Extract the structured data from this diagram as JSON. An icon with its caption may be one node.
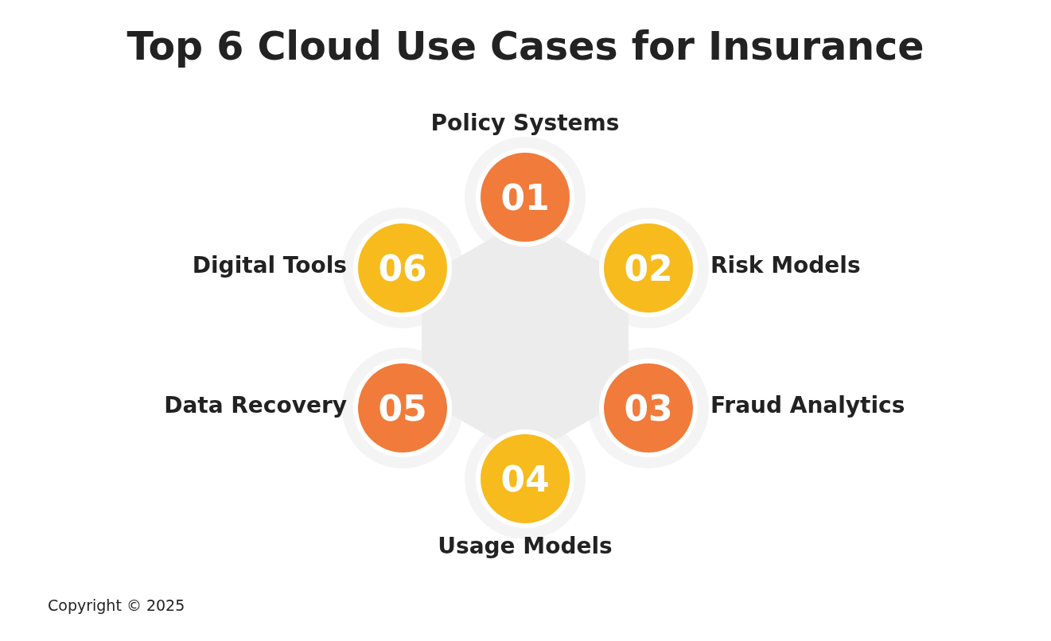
{
  "diagram": {
    "title": "Top 6 Cloud Use Cases for Insurance",
    "nodes": [
      {
        "text": [
          "01"
        ],
        "beside": [
          "Policy Systems"
        ]
      },
      {
        "text": [
          "02"
        ],
        "beside": [
          "Risk Models"
        ]
      },
      {
        "text": [
          "03"
        ],
        "beside": [
          "Fraud Analytics"
        ]
      },
      {
        "text": [
          "04"
        ],
        "beside": [
          "Usage Models"
        ]
      },
      {
        "text": [
          "05"
        ],
        "beside": [
          "Data Recovery"
        ]
      },
      {
        "text": [
          "06"
        ],
        "beside": [
          "Digital Tools"
        ]
      }
    ],
    "labels": [
      "Copyright © 2025"
    ]
  }
}
